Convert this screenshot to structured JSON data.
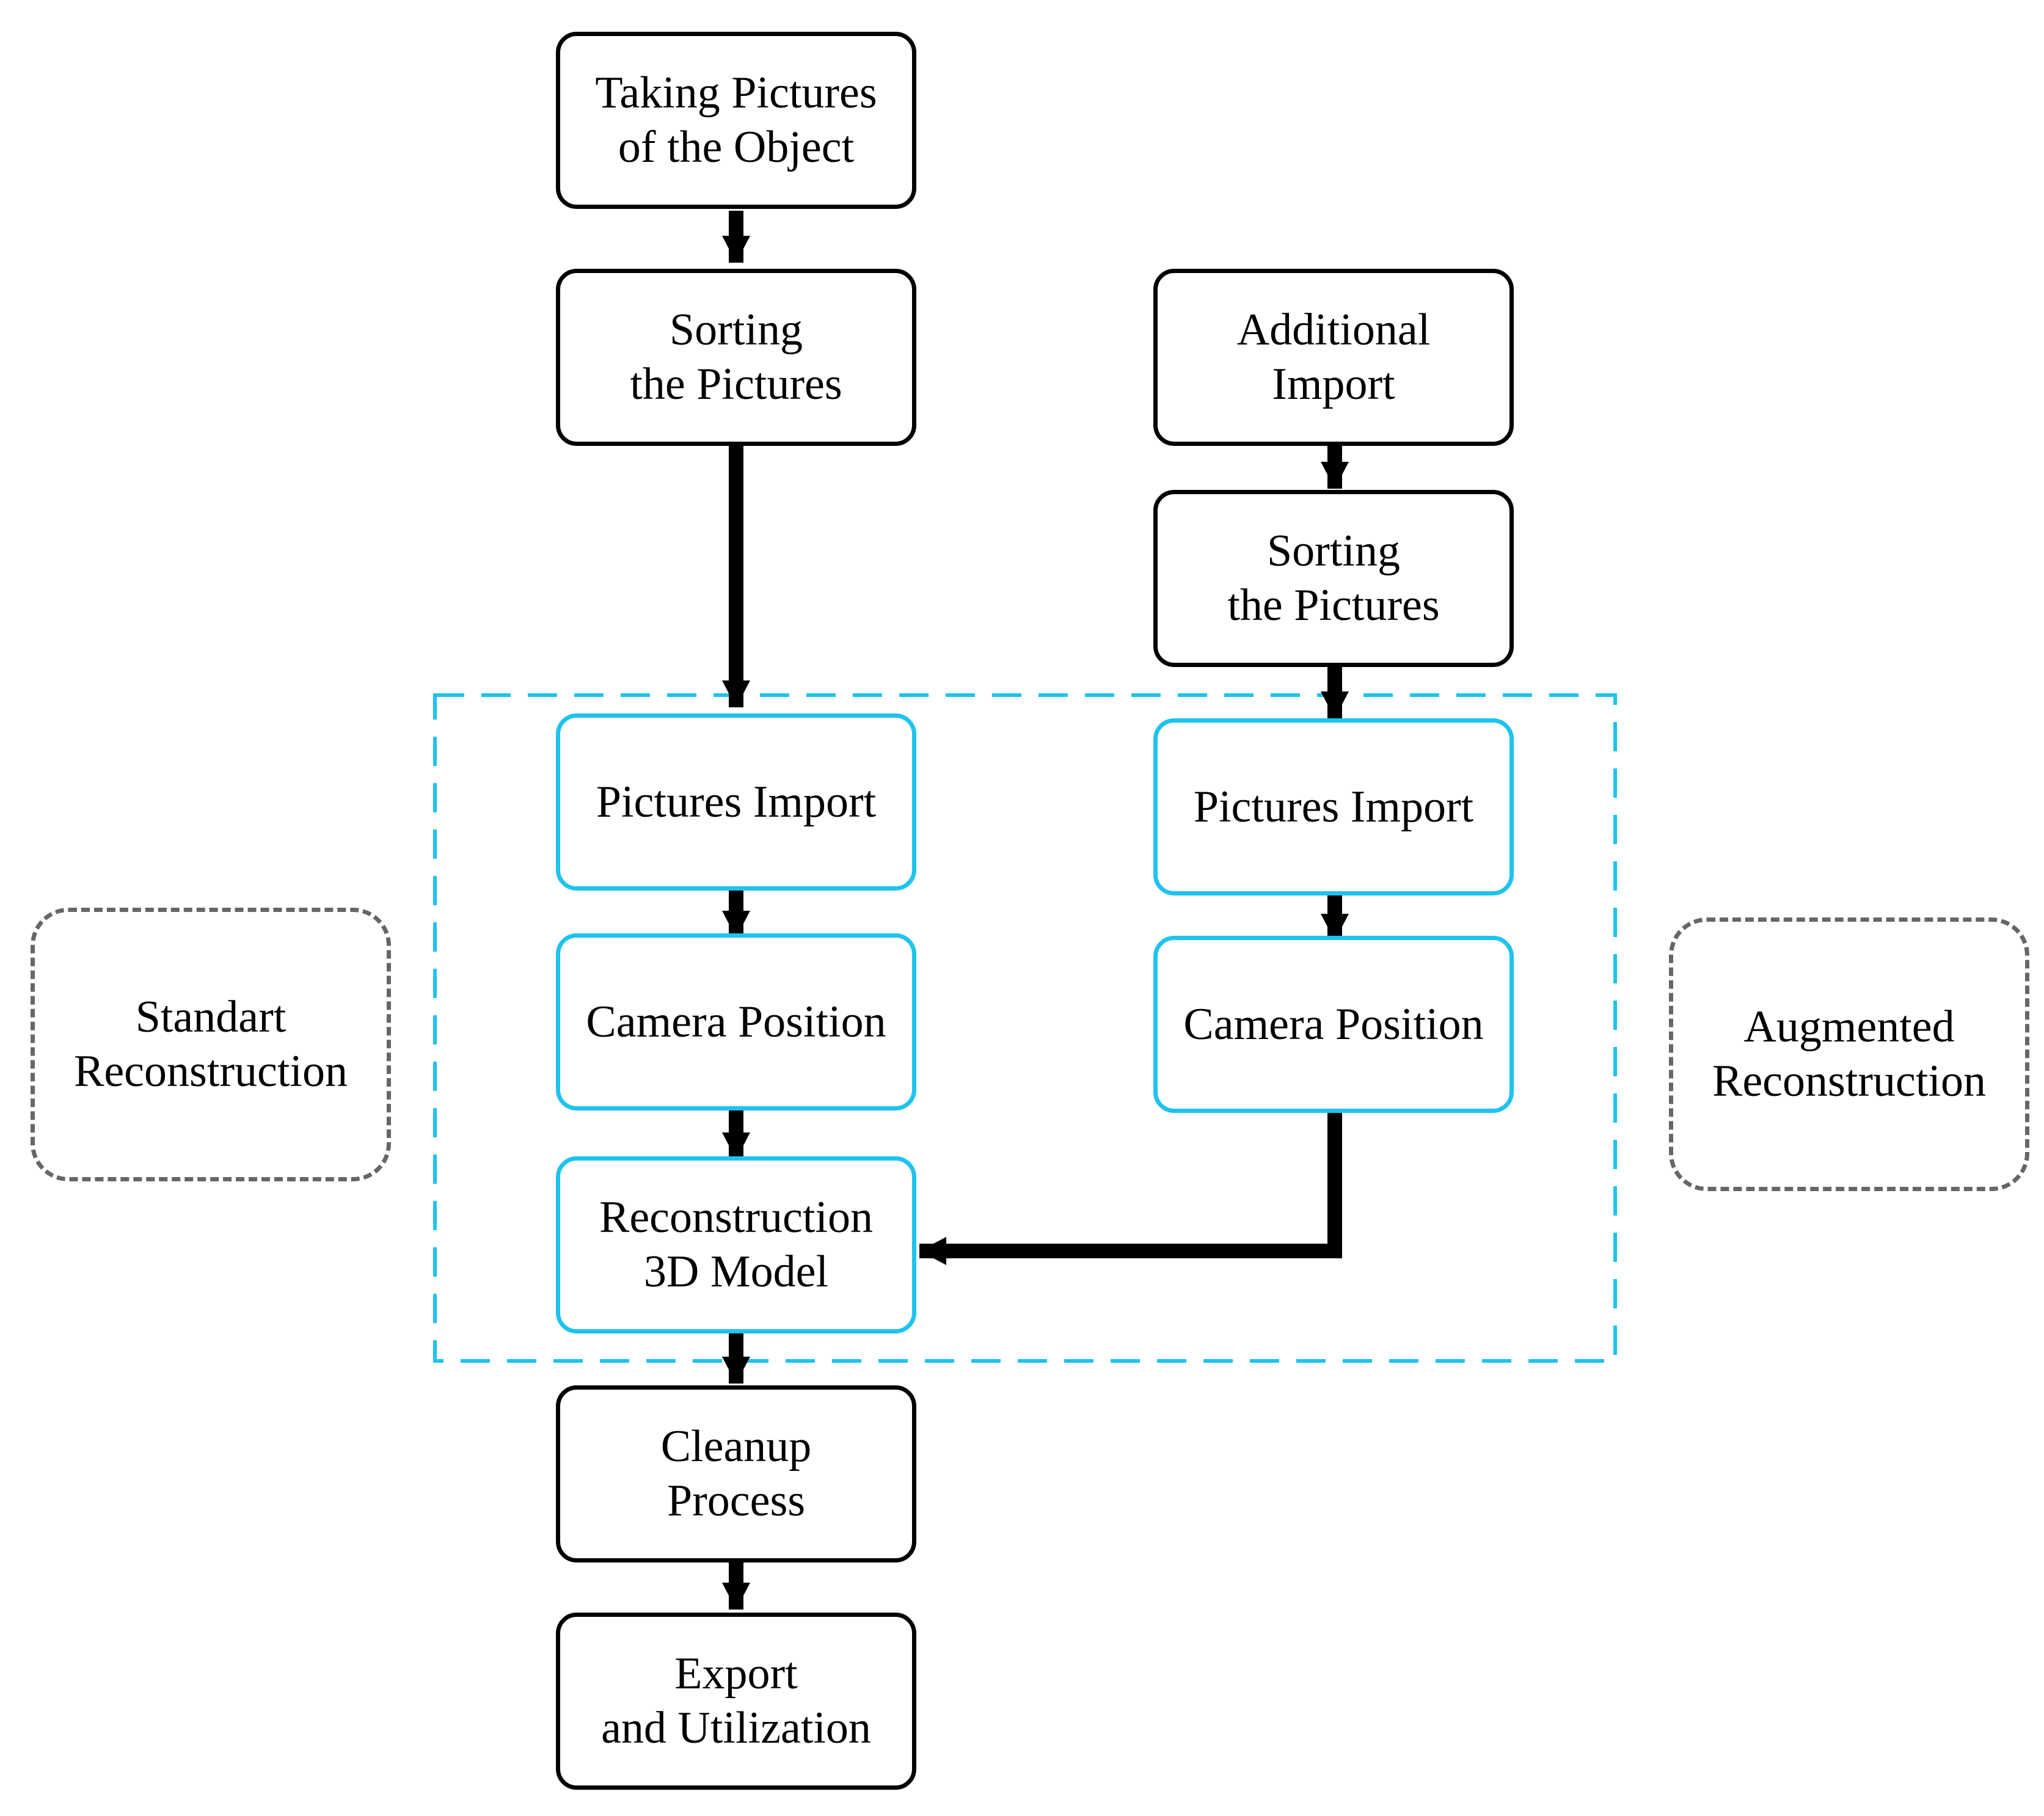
{
  "colors": {
    "box_border": "#000000",
    "reconstruction_box_border": "#1ec3ee",
    "group_border": "#1ec3ee",
    "side_label_border": "#666666",
    "arrow": "#000000"
  },
  "main_flow": {
    "taking_pictures": {
      "line1": "Taking Pictures",
      "line2": "of the Object"
    },
    "sorting_pictures": {
      "line1": "Sorting",
      "line2": "the Pictures"
    },
    "pictures_import": {
      "line1": "Pictures Import"
    },
    "camera_position": {
      "line1": "Camera Position"
    },
    "reconstruction": {
      "line1": "Reconstruction",
      "line2": "3D Model"
    },
    "cleanup": {
      "line1": "Cleanup",
      "line2": "Process"
    },
    "export": {
      "line1": "Export",
      "line2": "and Utilization"
    }
  },
  "augmented_flow": {
    "additional_import": {
      "line1": "Additional",
      "line2": "Import"
    },
    "sorting_pictures": {
      "line1": "Sorting",
      "line2": "the Pictures"
    },
    "pictures_import": {
      "line1": "Pictures Import"
    },
    "camera_position": {
      "line1": "Camera Position"
    }
  },
  "labels": {
    "standard": {
      "line1": "Standart",
      "line2": "Reconstruction"
    },
    "augmented": {
      "line1": "Augmented",
      "line2": "Reconstruction"
    }
  }
}
